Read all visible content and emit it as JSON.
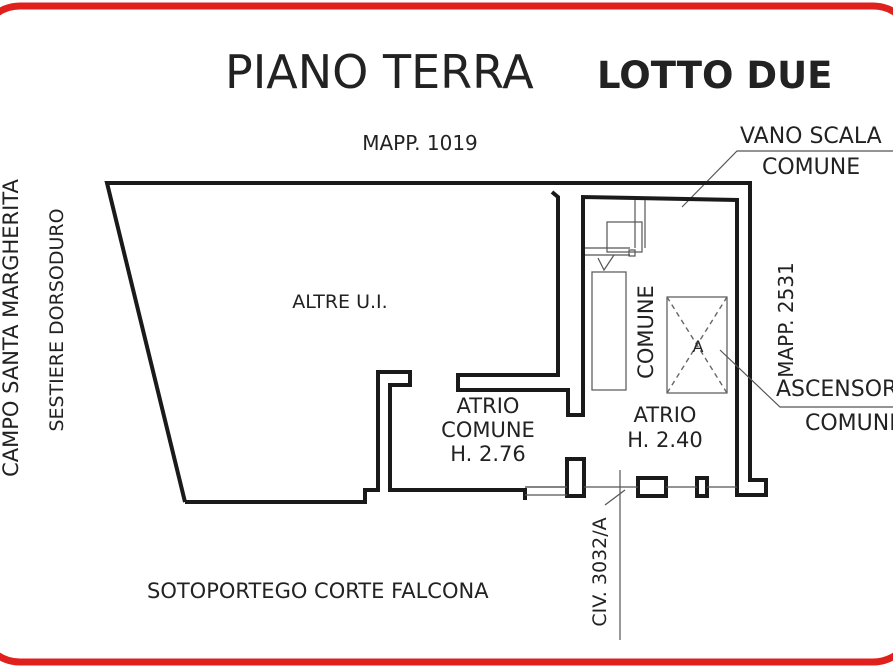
{
  "title": "PIANO TERRA",
  "subtitle": "LOTTO DUE",
  "frame_color": "#e0201c",
  "labels": {
    "mapp_north": "MAPP. 1019",
    "mapp_east": "MAPP. 2531",
    "vano_scala_1": "VANO SCALA",
    "vano_scala_2": "COMUNE",
    "altre": "ALTRE U.I.",
    "atrio_comune_1": "ATRIO",
    "atrio_comune_2": "COMUNE",
    "atrio_comune_3": "H. 2.76",
    "atrio_1": "ATRIO",
    "atrio_2": "H. 2.40",
    "comune_vertical": "COMUNE",
    "lift_mark": "A",
    "ascensore_1": "ASCENSORE",
    "ascensore_2": "COMUNE",
    "campo": "CAMPO SANTA MARGHERITA",
    "sestiere": "SESTIERE DORSODURO",
    "sotoportego": "SOTOPORTEGO CORTE FALCONA",
    "civico": "CIV. 3032/A"
  }
}
